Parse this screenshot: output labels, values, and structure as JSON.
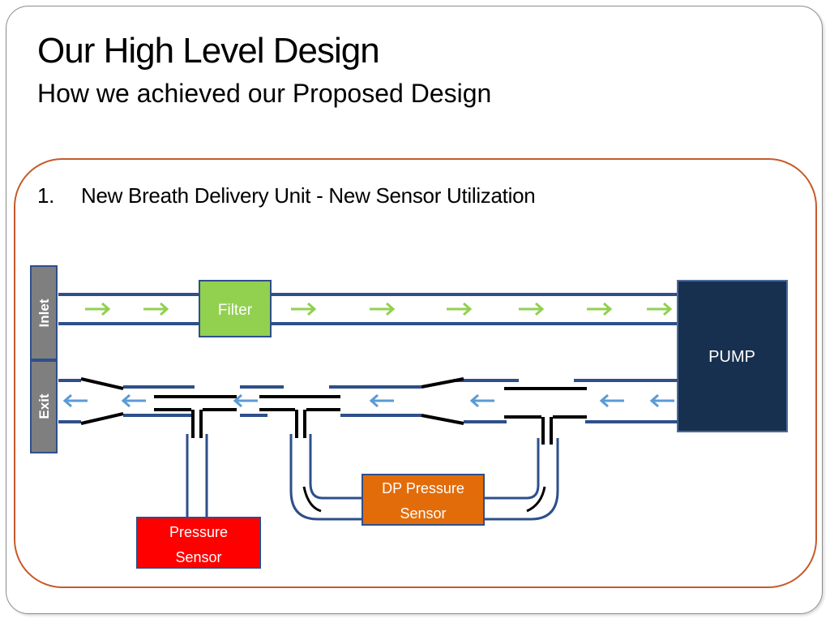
{
  "slide": {
    "title": "Our High Level Design",
    "subtitle": "How we achieved our Proposed Design",
    "list_number": "1.",
    "list_text": "New Breath Delivery Unit - New Sensor Utilization"
  },
  "diagram": {
    "inlet_label": "Inlet",
    "exit_label": "Exit",
    "filter_label": "Filter",
    "pump_label": "PUMP",
    "dp_sensor_line1": "DP Pressure",
    "dp_sensor_line2": "Sensor",
    "pressure_sensor_line1": "Pressure",
    "pressure_sensor_line2": "Sensor",
    "colors": {
      "pipe": "#2e4f8a",
      "inlet_arrow": "#92d050",
      "exit_arrow": "#5b9bd5",
      "filter_fill": "#92d050",
      "pump_fill": "#17304f",
      "dp_sensor_fill": "#e36c0a",
      "pressure_sensor_fill": "#ff0000",
      "inlet_exit_fill": "#7f7f7f",
      "content_border": "#c55a2a"
    }
  }
}
